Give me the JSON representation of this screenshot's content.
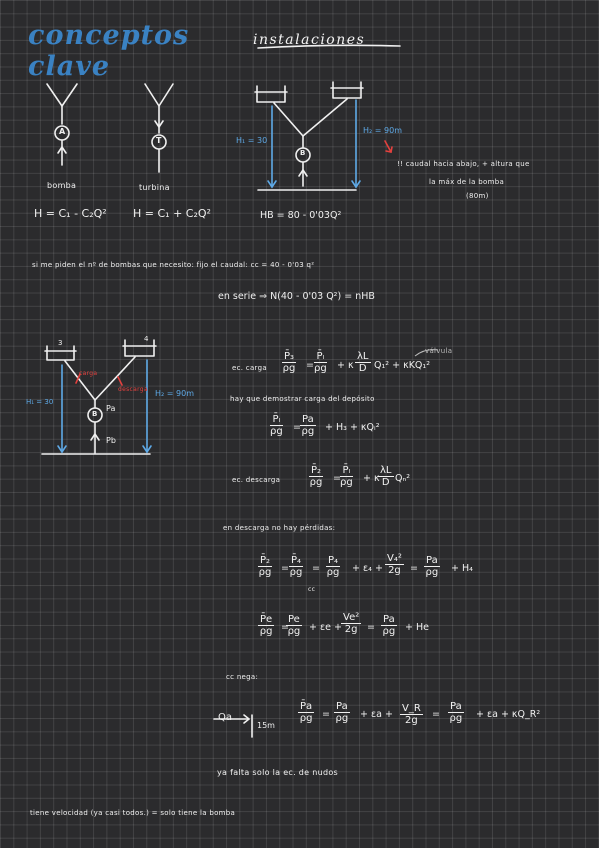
{
  "title": {
    "main": "conceptos clave",
    "sub": "instalaciones"
  },
  "top_diagrams": {
    "pump_label": "bomba",
    "pump_symbol": "A",
    "turbine_label": "turbina",
    "turbine_symbol": "T",
    "pump_eq": "H = C₁ - C₂Q²",
    "turbine_eq": "H = C₁ + C₂Q²",
    "h1": "H₁ = 30",
    "h2": "H₂ = 90m",
    "system_pump_symbol": "B",
    "note_line1": "!! caudal hacia abajo, + altura que",
    "note_line2": "la máx de la bomba",
    "note_line3": "(80m)",
    "hb_eq": "HB = 80 - 0'03Q²"
  },
  "body": {
    "line_n_bombas": "si me piden el nº de bombas que necesito: fijo el caudal: cc = 40 - 0'03 Q²",
    "serie_eq": "en serie ⇒ N(40 - 0'03 Q²) = nHB",
    "carga_label": "ec. carga",
    "valvula_label": "válvula",
    "demostrar_text": "hay que demostrar carga del depósito",
    "descarga_label": "ec. descarga",
    "no_perdidas_text": "en descarga no hay pérdidas:",
    "cc_label": "cc",
    "cc_nega_text": "cc nega:",
    "qa_label": "Qa",
    "dist_label": "15m",
    "ya_falta_text": "ya falta solo la ec. de nudos",
    "final_text": "tiene velocidad (ya casi todos.) = solo tiene la bomba"
  },
  "mid_diagram": {
    "tank_left": "3",
    "tank_right": "4",
    "h1": "H₁ = 30",
    "h2": "H₂ = 90m",
    "carga": "carga",
    "descarga": "descarga",
    "pump_symbol": "B",
    "pa": "Pa",
    "pb": "Pb"
  },
  "colors": {
    "background": "#2b2b2d",
    "accent_blue": "#3a82c3",
    "accent_red": "#e3413e",
    "ink": "#f0f0f0"
  }
}
